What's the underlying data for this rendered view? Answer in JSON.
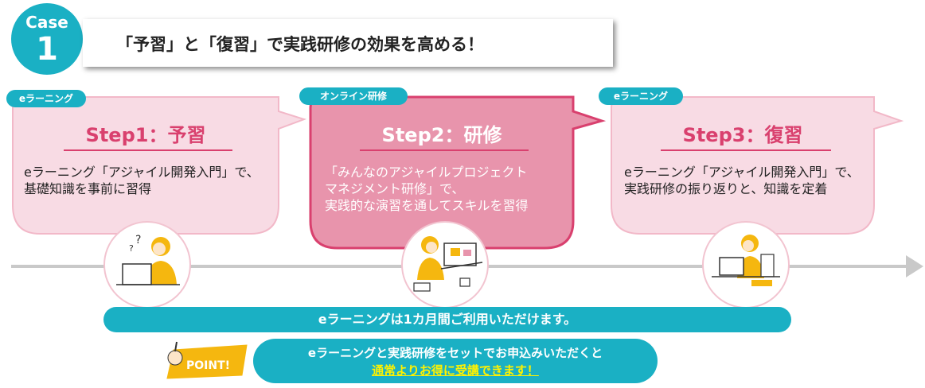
{
  "case": {
    "label": "Case",
    "number": "1"
  },
  "title": "「予習」と「復習」で実践研修の効果を高める！",
  "steps": [
    {
      "tag": "eラーニング",
      "title": "Step1：予習",
      "desc": [
        "eラーニング「アジャイル開発入門」で、",
        "基礎知識を事前に習得"
      ]
    },
    {
      "tag": "オンライン研修",
      "title": "Step2：研修",
      "desc": [
        "「みんなのアジャイルプロジェクト",
        "マネジメント研修」で、",
        "実践的な演習を通してスキルを習得"
      ]
    },
    {
      "tag": "eラーニング",
      "title": "Step3：復習",
      "desc": [
        "eラーニング「アジャイル開発入門」で、",
        "実践研修の振り返りと、知識を定着"
      ]
    }
  ],
  "info_bar": "eラーニングは1カ月間ご利用いただけます。",
  "point": {
    "badge": "POINT!",
    "line1": "eラーニングと実践研修をセットでお申込みいただくと",
    "line2": "通常よりお得に受講できます！"
  },
  "colors": {
    "teal": "#1ab0c4",
    "pink_light": "#f8dbe4",
    "pink_mid": "#e894ac",
    "pink_dark": "#d9406e",
    "yellow": "#f5b70f"
  }
}
